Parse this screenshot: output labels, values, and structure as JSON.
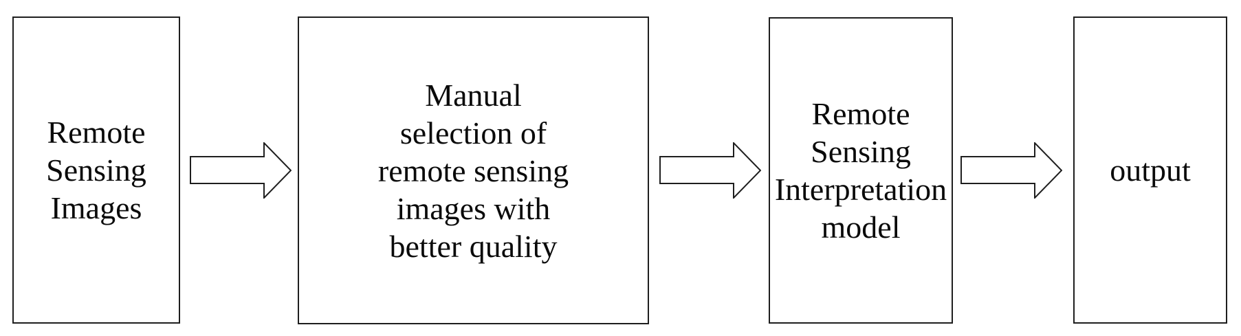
{
  "diagram": {
    "title": "remote sensing interpretation flowchart",
    "colors": {
      "stroke": "#1e1e1e",
      "text": "#0a0a0a",
      "background": "#ffffff"
    },
    "nodes": [
      {
        "id": "remote-sensing-images",
        "label": "Remote\nSensing\nImages"
      },
      {
        "id": "manual-selection",
        "label": "Manual\nselection of\nremote sensing\nimages with\nbetter quality"
      },
      {
        "id": "interpretation-model",
        "label": "Remote\nSensing\nInterpretation\nmodel"
      },
      {
        "id": "output",
        "label": "output"
      }
    ],
    "connectors": [
      {
        "id": "arrow-1",
        "from": "remote-sensing-images",
        "to": "manual-selection",
        "shape": "block-arrow-right"
      },
      {
        "id": "arrow-2",
        "from": "manual-selection",
        "to": "interpretation-model",
        "shape": "block-arrow-right"
      },
      {
        "id": "arrow-3",
        "from": "interpretation-model",
        "to": "output",
        "shape": "block-arrow-right"
      }
    ]
  }
}
